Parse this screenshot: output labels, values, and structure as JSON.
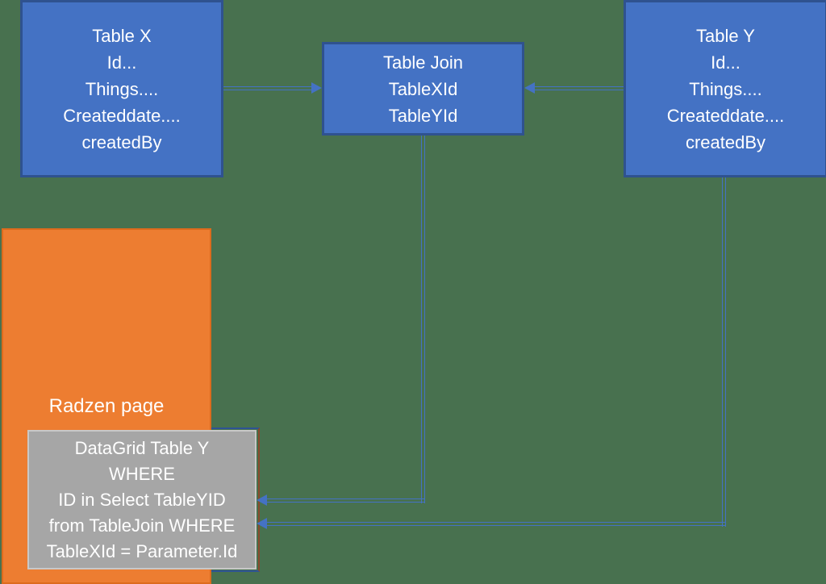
{
  "diagram": {
    "background_color": "#48714F",
    "shape_text_color": "#FFFFFF",
    "connector_color": "#4472C4",
    "table_x": {
      "fill": "#4472C4",
      "border_color": "#2F528F",
      "lines": [
        "Table X",
        "Id...",
        "Things....",
        "Createddate....",
        "createdBy"
      ]
    },
    "table_join": {
      "fill": "#4472C4",
      "border_color": "#2F528F",
      "lines": [
        "Table Join",
        "TableXId",
        "TableYId"
      ]
    },
    "table_y": {
      "fill": "#4472C4",
      "border_color": "#2F528F",
      "lines": [
        "Table Y",
        "Id...",
        "Things....",
        "Createddate....",
        "createdBy"
      ]
    },
    "radzen_page": {
      "fill": "#ED7D31",
      "label": "Radzen page"
    },
    "datagrid": {
      "fill": "#A6A6A6",
      "border_color": "#C8C8C8",
      "lines": [
        "DataGrid Table Y",
        "WHERE",
        "ID in Select TableYID",
        "from TableJoin WHERE",
        "TableXId = Parameter.Id"
      ]
    },
    "connections": [
      {
        "from": "table-x",
        "to": "table-join"
      },
      {
        "from": "table-y",
        "to": "table-join"
      },
      {
        "from": "table-join",
        "to": "datagrid"
      },
      {
        "from": "table-y",
        "to": "datagrid"
      }
    ]
  }
}
